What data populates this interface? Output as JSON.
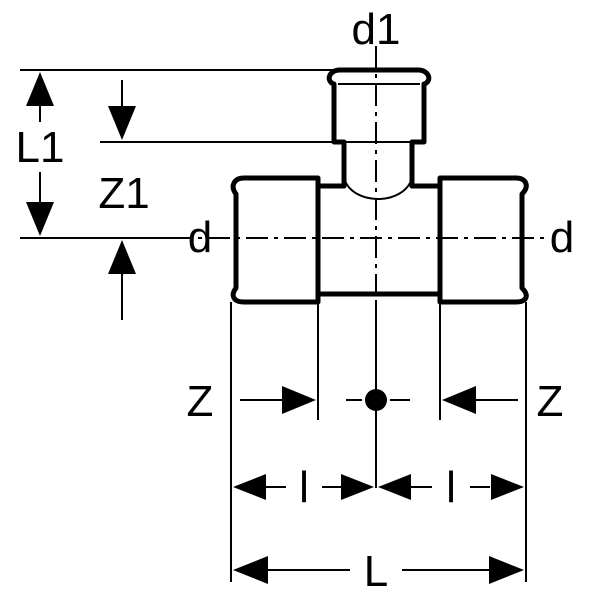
{
  "labels": {
    "branch_diameter": "d1",
    "run_diameter_left": "d",
    "run_diameter_right": "d",
    "branch_length": "L1",
    "branch_z": "Z1",
    "z_left": "Z",
    "z_right": "Z",
    "l_left": "l",
    "l_right": "l",
    "overall_length": "L"
  }
}
